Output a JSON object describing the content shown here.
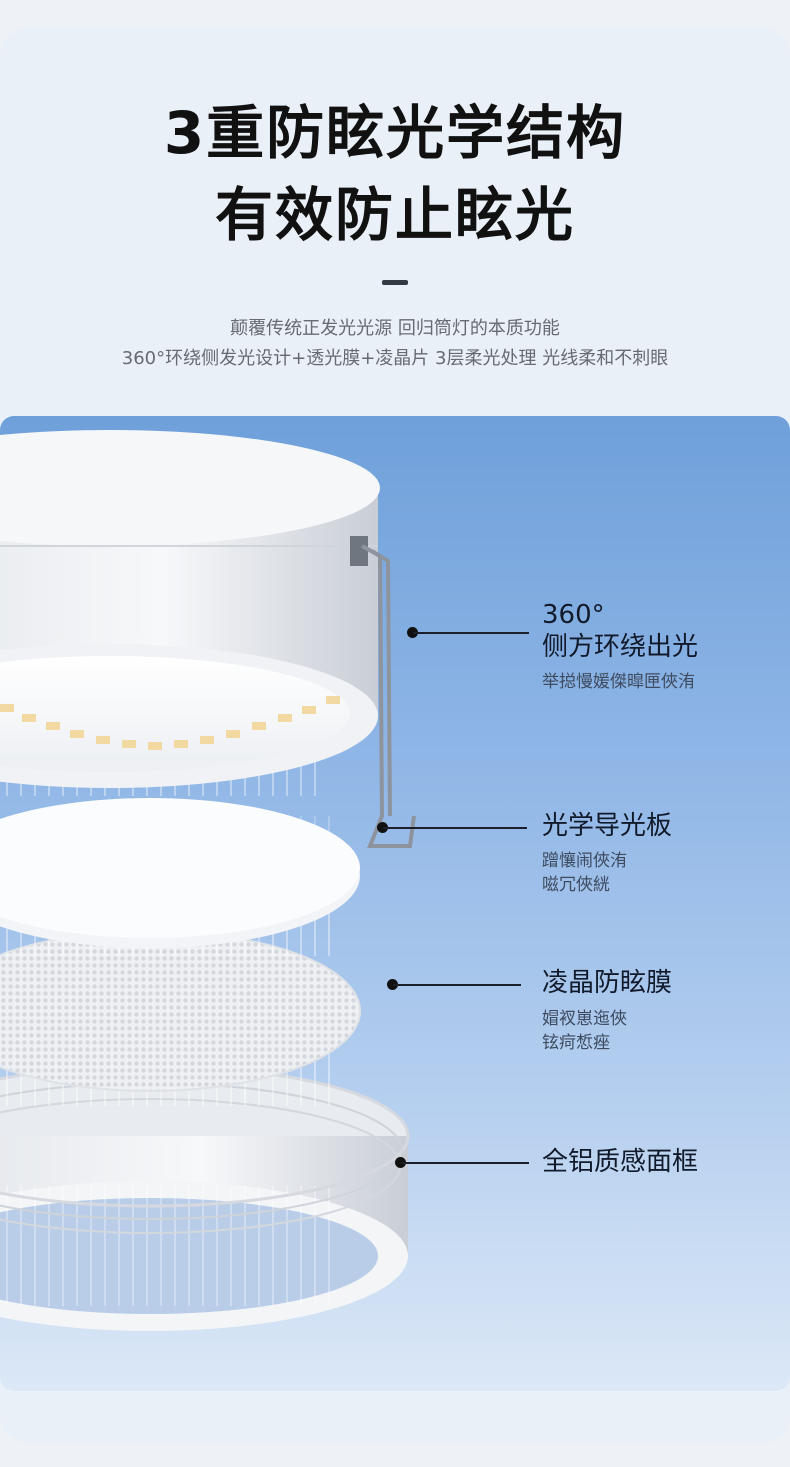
{
  "header": {
    "title_line1": "3重防眩光学结构",
    "title_line2": "有效防止眩光",
    "desc_line1": "颠覆传统正发光光源 回归筒灯的本质功能",
    "desc_line2": "360°环绕侧发光设计+透光膜+凌晶片 3层柔光处理 光线柔和不刺眼"
  },
  "callouts": [
    {
      "title_a": "360°",
      "title_b": "侧方环绕出光",
      "sub_a": "举搃慢媛傑暭匣俠洧",
      "sub_b": ""
    },
    {
      "title_a": "光学导光板",
      "title_b": "",
      "sub_a": "蹭懹闹俠洧",
      "sub_b": "嗞冗俠絖"
    },
    {
      "title_a": "凌晶防眩膜",
      "title_b": "",
      "sub_a": "媢衩崽迤俠",
      "sub_b": "铉疴惁痤"
    },
    {
      "title_a": "全铝质感面框",
      "title_b": "",
      "sub_a": "",
      "sub_b": ""
    }
  ],
  "colors": {
    "panel_top": "#6fa0da",
    "panel_bottom": "#dce8f6",
    "led_warm": "#f1d9a1",
    "text_dark": "#111a2b"
  }
}
